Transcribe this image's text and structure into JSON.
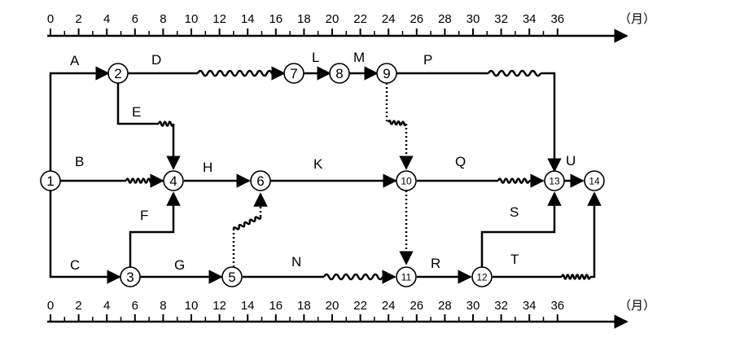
{
  "scale": {
    "ticks": [
      "0",
      "2",
      "4",
      "6",
      "8",
      "10",
      "12",
      "14",
      "16",
      "18",
      "20",
      "22",
      "24",
      "26",
      "28",
      "30",
      "32",
      "34",
      "36"
    ],
    "unit": "（月）"
  },
  "nodes": [
    {
      "id": "n1",
      "label": "1"
    },
    {
      "id": "n2",
      "label": "2"
    },
    {
      "id": "n3",
      "label": "3"
    },
    {
      "id": "n4",
      "label": "4"
    },
    {
      "id": "n5",
      "label": "5"
    },
    {
      "id": "n6",
      "label": "6"
    },
    {
      "id": "n7",
      "label": "7"
    },
    {
      "id": "n8",
      "label": "8"
    },
    {
      "id": "n9",
      "label": "9"
    },
    {
      "id": "n10",
      "label": "10"
    },
    {
      "id": "n11",
      "label": "11"
    },
    {
      "id": "n12",
      "label": "12"
    },
    {
      "id": "n13",
      "label": "13"
    },
    {
      "id": "n14",
      "label": "14"
    }
  ],
  "activities": {
    "A": "A",
    "B": "B",
    "C": "C",
    "D": "D",
    "E": "E",
    "F": "F",
    "G": "G",
    "H": "H",
    "K": "K",
    "L": "L",
    "M": "M",
    "N": "N",
    "P": "P",
    "Q": "Q",
    "R": "R",
    "S": "S",
    "T": "T",
    "U": "U"
  }
}
